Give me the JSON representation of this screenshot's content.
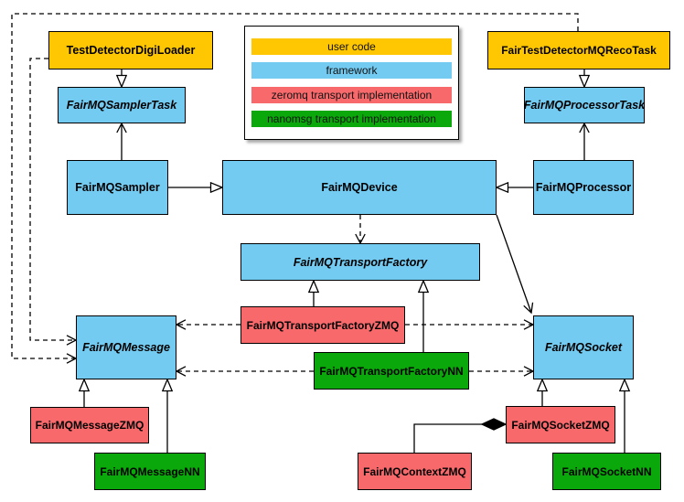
{
  "legend": {
    "items": [
      {
        "label": "user code",
        "color": "#ffc702",
        "category": "user-code"
      },
      {
        "label": "framework",
        "color": "#74cbf1",
        "category": "framework"
      },
      {
        "label": "zeromq transport implementation",
        "color": "#f8696c",
        "category": "zeromq"
      },
      {
        "label": "nanomsg transport implementation",
        "color": "#0aa80a",
        "category": "nanomsg"
      }
    ]
  },
  "colors": {
    "user_code": "#ffc702",
    "framework": "#74cbf1",
    "zeromq": "#f8696c",
    "nanomsg": "#0aa80a",
    "line": "#000000",
    "background": "#ffffff"
  },
  "nodes": {
    "testDetectorDigiLoader": {
      "label": "TestDetectorDigiLoader",
      "category": "user-code",
      "abstract": false
    },
    "fairTestDetectorMQRecoTask": {
      "label": "FairTestDetectorMQRecoTask",
      "category": "user-code",
      "abstract": false
    },
    "fairMQSamplerTask": {
      "label": "FairMQSamplerTask",
      "category": "framework",
      "abstract": true
    },
    "fairMQProcessorTask": {
      "label": "FairMQProcessorTask",
      "category": "framework",
      "abstract": true
    },
    "fairMQSampler": {
      "label": "FairMQSampler",
      "category": "framework",
      "abstract": false
    },
    "fairMQDevice": {
      "label": "FairMQDevice",
      "category": "framework",
      "abstract": false
    },
    "fairMQProcessor": {
      "label": "FairMQProcessor",
      "category": "framework",
      "abstract": false
    },
    "fairMQTransportFactory": {
      "label": "FairMQTransportFactory",
      "category": "framework",
      "abstract": true
    },
    "fairMQTransportFactoryZMQ": {
      "label": "FairMQTransportFactoryZMQ",
      "category": "zeromq",
      "abstract": false
    },
    "fairMQTransportFactoryNN": {
      "label": "FairMQTransportFactoryNN",
      "category": "nanomsg",
      "abstract": false
    },
    "fairMQMessage": {
      "label": "FairMQMessage",
      "category": "framework",
      "abstract": true
    },
    "fairMQSocket": {
      "label": "FairMQSocket",
      "category": "framework",
      "abstract": true
    },
    "fairMQMessageZMQ": {
      "label": "FairMQMessageZMQ",
      "category": "zeromq",
      "abstract": false
    },
    "fairMQMessageNN": {
      "label": "FairMQMessageNN",
      "category": "nanomsg",
      "abstract": false
    },
    "fairMQContextZMQ": {
      "label": "FairMQContextZMQ",
      "category": "zeromq",
      "abstract": false
    },
    "fairMQSocketZMQ": {
      "label": "FairMQSocketZMQ",
      "category": "zeromq",
      "abstract": false
    },
    "fairMQSocketNN": {
      "label": "FairMQSocketNN",
      "category": "nanomsg",
      "abstract": false
    }
  },
  "relations": [
    {
      "from": "TestDetectorDigiLoader",
      "to": "FairMQSamplerTask",
      "type": "inheritance",
      "style": "solid"
    },
    {
      "from": "FairTestDetectorMQRecoTask",
      "to": "FairMQProcessorTask",
      "type": "inheritance",
      "style": "solid"
    },
    {
      "from": "FairMQSampler",
      "to": "FairMQDevice",
      "type": "inheritance",
      "style": "solid"
    },
    {
      "from": "FairMQProcessor",
      "to": "FairMQDevice",
      "type": "inheritance",
      "style": "solid"
    },
    {
      "from": "FairMQSampler",
      "to": "FairMQSamplerTask",
      "type": "association",
      "style": "solid"
    },
    {
      "from": "FairMQProcessor",
      "to": "FairMQProcessorTask",
      "type": "association",
      "style": "solid"
    },
    {
      "from": "FairMQDevice",
      "to": "FairMQTransportFactory",
      "type": "dependency",
      "style": "dashed"
    },
    {
      "from": "FairMQDevice",
      "to": "FairMQSocket",
      "type": "association",
      "style": "solid"
    },
    {
      "from": "FairMQTransportFactoryZMQ",
      "to": "FairMQTransportFactory",
      "type": "inheritance",
      "style": "solid"
    },
    {
      "from": "FairMQTransportFactoryNN",
      "to": "FairMQTransportFactory",
      "type": "inheritance",
      "style": "solid"
    },
    {
      "from": "FairMQTransportFactoryZMQ",
      "to": "FairMQMessage",
      "type": "dependency",
      "style": "dashed"
    },
    {
      "from": "FairMQTransportFactoryZMQ",
      "to": "FairMQSocket",
      "type": "dependency",
      "style": "dashed"
    },
    {
      "from": "FairMQTransportFactoryNN",
      "to": "FairMQMessage",
      "type": "dependency",
      "style": "dashed"
    },
    {
      "from": "FairMQTransportFactoryNN",
      "to": "FairMQSocket",
      "type": "dependency",
      "style": "dashed"
    },
    {
      "from": "FairMQMessageZMQ",
      "to": "FairMQMessage",
      "type": "inheritance",
      "style": "solid"
    },
    {
      "from": "FairMQMessageNN",
      "to": "FairMQMessage",
      "type": "inheritance",
      "style": "solid"
    },
    {
      "from": "FairMQSocketZMQ",
      "to": "FairMQSocket",
      "type": "inheritance",
      "style": "solid"
    },
    {
      "from": "FairMQSocketNN",
      "to": "FairMQSocket",
      "type": "inheritance",
      "style": "solid"
    },
    {
      "from": "FairMQContextZMQ",
      "to": "FairMQSocketZMQ",
      "type": "composition",
      "style": "solid"
    },
    {
      "from": "TestDetectorDigiLoader",
      "to": "FairMQMessage",
      "type": "dependency",
      "style": "dashed"
    },
    {
      "from": "FairTestDetectorMQRecoTask",
      "to": "FairMQMessage",
      "type": "dependency",
      "style": "dashed"
    }
  ]
}
